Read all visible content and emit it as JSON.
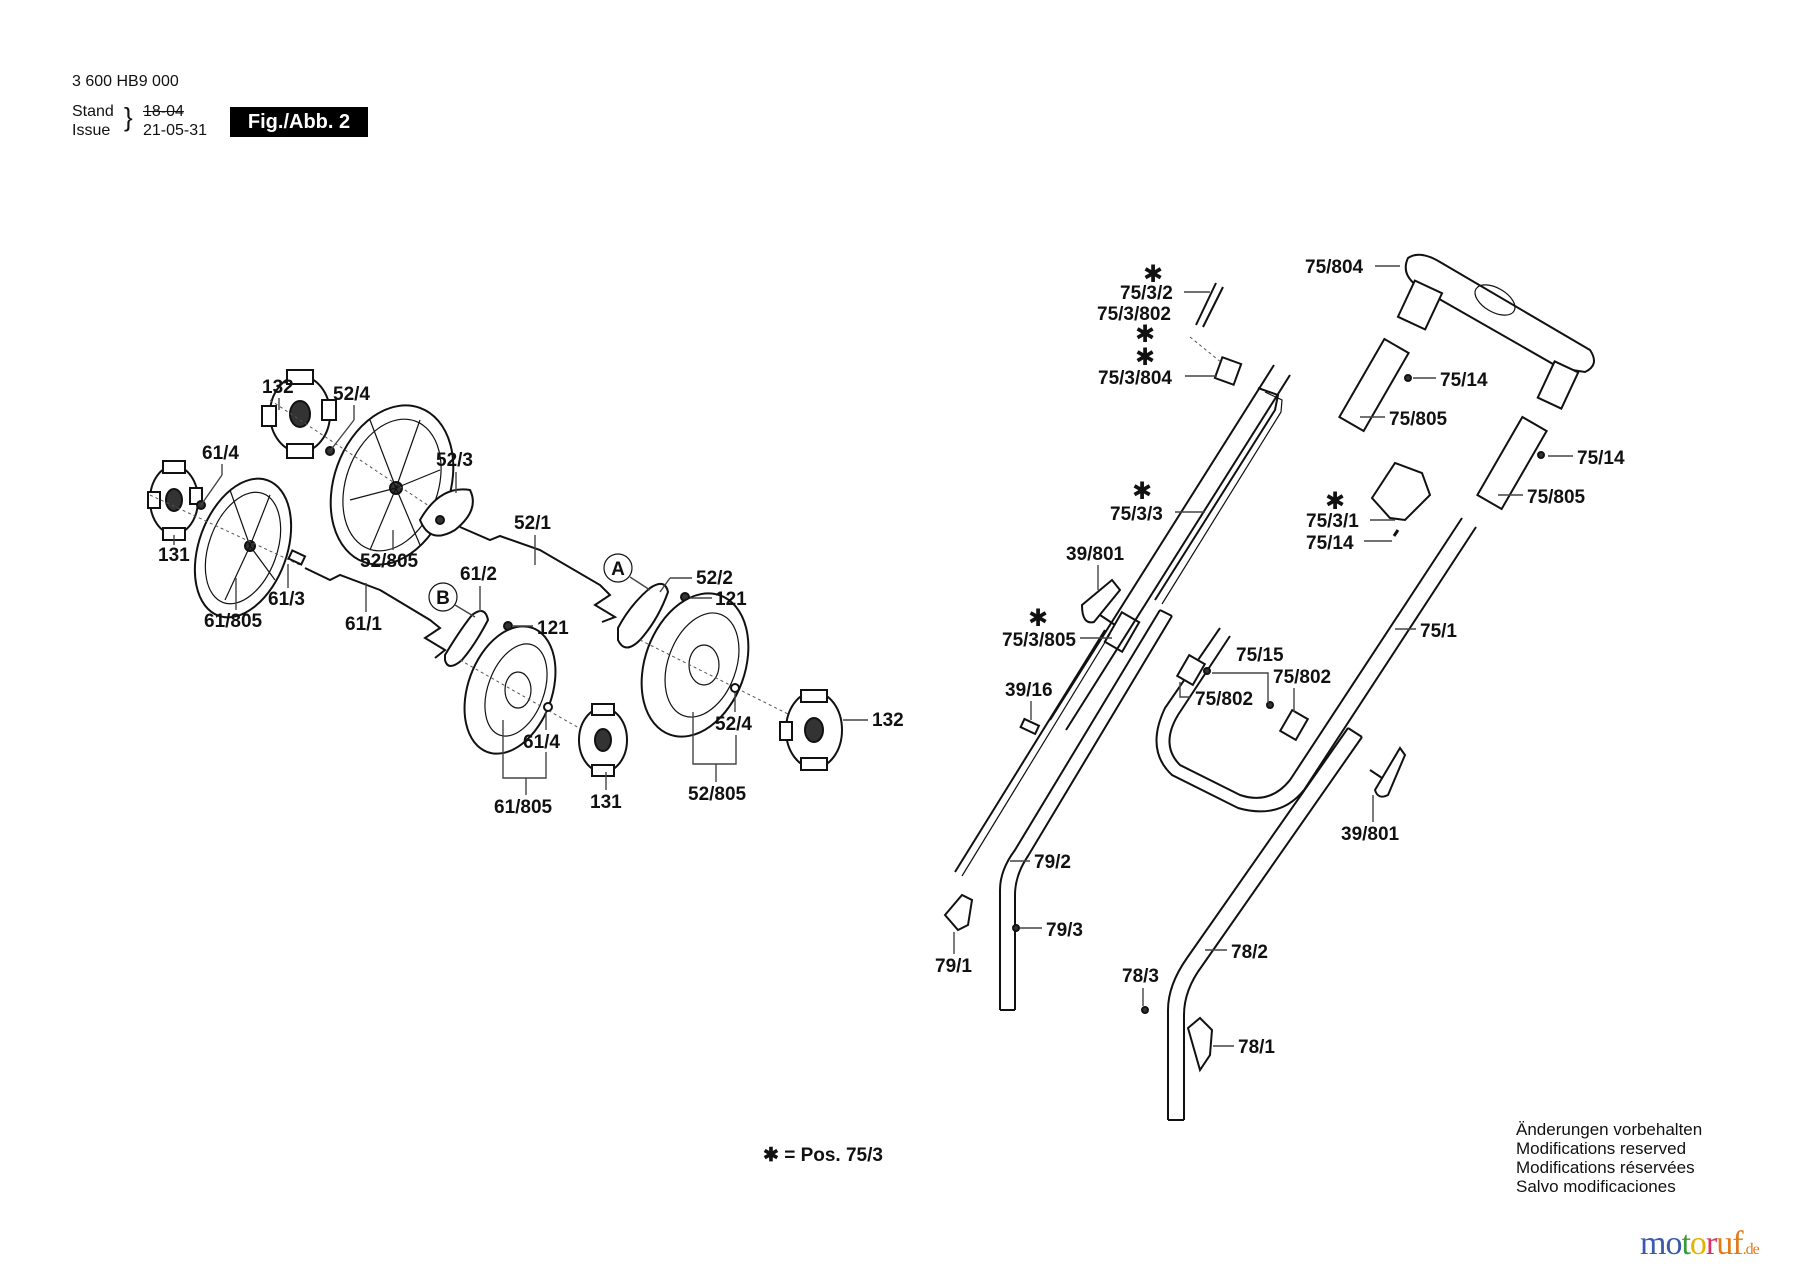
{
  "header": {
    "part_number": "3 600 HB9 000",
    "stand_label": "Stand",
    "issue_label": "Issue",
    "stand_value_struck": "18-04",
    "issue_value": "21-05-31",
    "figure_badge": "Fig./Abb. 2"
  },
  "callout_markers": {
    "a": "A",
    "b": "B"
  },
  "labels": {
    "l132_top": "132",
    "l52_4_top": "52/4",
    "l61_4_top": "61/4",
    "l52_3": "52/3",
    "l131_left": "131",
    "l52_805_top": "52/805",
    "l52_1": "52/1",
    "l61_3": "61/3",
    "l61_805_left": "61/805",
    "l61_1": "61/1",
    "l61_2": "61/2",
    "l121_left": "121",
    "l52_2": "52/2",
    "l121_right": "121",
    "l61_4_bottom": "61/4",
    "l61_805_bottom": "61/805",
    "l131_bottom": "131",
    "l52_4_bottom": "52/4",
    "l52_805_bottom": "52/805",
    "l132_right": "132",
    "l75_3_2": "75/3/2",
    "l75_3_802": "75/3/802",
    "l75_3_804": "75/3/804",
    "l75_804": "75/804",
    "l75_14_a": "75/14",
    "l75_805_a": "75/805",
    "l75_14_b": "75/14",
    "l75_805_b": "75/805",
    "l75_3_3": "75/3/3",
    "l75_3_1": "75/3/1",
    "l75_14_c": "75/14",
    "l39_801_left": "39/801",
    "l75_3_805": "75/3/805",
    "l75_1": "75/1",
    "l75_15": "75/15",
    "l75_802_a": "75/802",
    "l75_802_b": "75/802",
    "l39_16": "39/16",
    "l39_801_right": "39/801",
    "l79_2": "79/2",
    "l79_3": "79/3",
    "l79_1": "79/1",
    "l78_3": "78/3",
    "l78_2": "78/2",
    "l78_1": "78/1"
  },
  "star_symbol": "✱",
  "legend": {
    "star": "✱",
    "text": "= Pos.  75/3"
  },
  "notes": [
    "Änderungen vorbehalten",
    "Modifications reserved",
    "Modifications réservées",
    "Salvo modificaciones"
  ],
  "watermark": {
    "letters": [
      "m",
      "o",
      "t",
      "o",
      "r",
      "u",
      "f"
    ],
    "colors": [
      "#3b5ba9",
      "#3b5ba9",
      "#3a9a3a",
      "#e2b400",
      "#d6336c",
      "#e07b1a",
      "#e07b1a"
    ],
    "suffix": ".de"
  }
}
